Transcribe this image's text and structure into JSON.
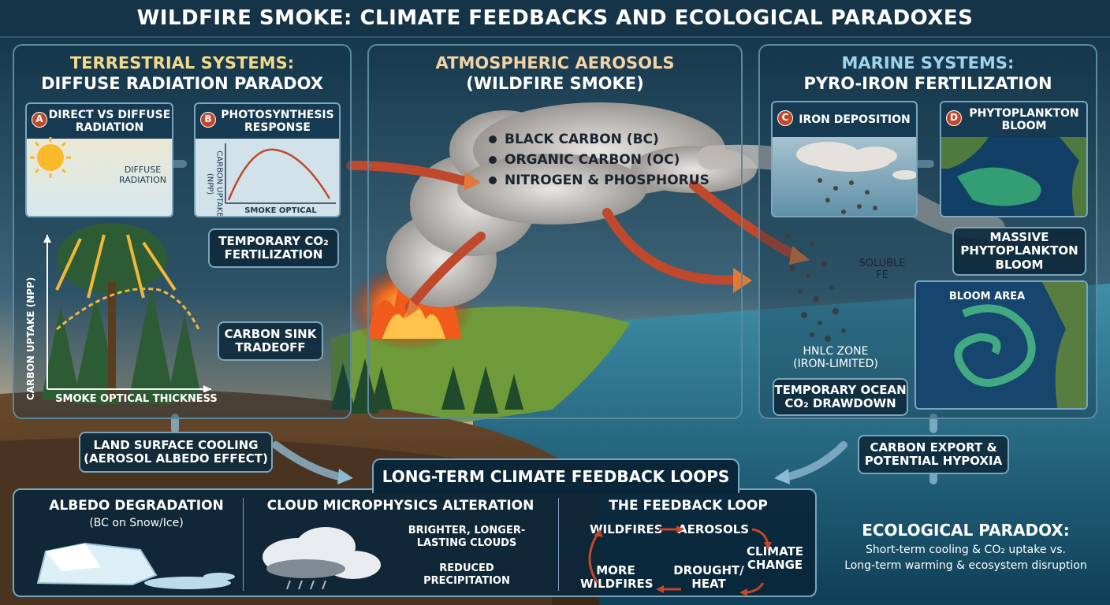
{
  "title": "WILDFIRE SMOKE: CLIMATE FEEDBACKS AND ECOLOGICAL PARADOXES",
  "terrestrial": {
    "heading_line1": "TERRESTRIAL SYSTEMS:",
    "heading_line2": "DIFFUSE RADIATION PARADOX",
    "panel_a": {
      "badge": "A",
      "title": "DIRECT VS DIFFUSE RADIATION",
      "label": "DIFFUSE RADIATION"
    },
    "panel_b": {
      "badge": "B",
      "title": "PHOTOSYNTHESIS RESPONSE",
      "ylabel": "CARBON UPTAKE (NPP)",
      "xlabel": "SMOKE OPTICAL THICKNESS"
    },
    "temporary_co2": "TEMPORARY CO₂ FERTILIZATION",
    "carbon_sink": "CARBON SINK TRADEOFF",
    "big_ylabel": "CARBON UPTAKE (NPP)",
    "big_xlabel": "SMOKE OPTICAL THICKNESS"
  },
  "atmospheric": {
    "heading_line1": "ATMOSPHERIC AEROSOLS",
    "heading_line2": "(WILDFIRE SMOKE)",
    "components": [
      "BLACK CARBON (BC)",
      "ORGANIC CARBON (OC)",
      "NITROGEN & PHOSPHORUS"
    ]
  },
  "marine": {
    "heading_line1": "MARINE SYSTEMS:",
    "heading_line2": "PYRO-IRON FERTILIZATION",
    "panel_c": {
      "badge": "C",
      "title": "IRON DEPOSITION"
    },
    "panel_d": {
      "badge": "D",
      "title": "PHYTOPLANKTON BLOOM"
    },
    "massive_bloom": "MASSIVE PHYTOPLANKTON BLOOM",
    "bloom_area": "BLOOM AREA",
    "soluble_fe": "SOLUBLE FE",
    "hnlc": "HNLC ZONE (IRON-LIMITED)",
    "ocean_drawdown": "TEMPORARY OCEAN CO₂ DRAWDOWN"
  },
  "land_cooling": "LAND SURFACE COOLING (AEROSOL ALBEDO EFFECT)",
  "carbon_export": "CARBON EXPORT & POTENTIAL HYPOXIA",
  "feedback": {
    "heading": "LONG-TERM CLIMATE FEEDBACK LOOPS",
    "albedo": {
      "title": "ALBEDO DEGRADATION",
      "subtitle": "(BC on Snow/Ice)"
    },
    "cloud": {
      "title": "CLOUD MICROPHYSICS ALTERATION",
      "effect1": "BRIGHTER, LONGER-LASTING CLOUDS",
      "effect2": "REDUCED PRECIPITATION"
    },
    "loop": {
      "title": "THE FEEDBACK LOOP",
      "steps": [
        "WILDFIRES",
        "AEROSOLS",
        "CLIMATE CHANGE",
        "DROUGHT/ HEAT",
        "MORE WILDFIRES"
      ]
    }
  },
  "paradox": {
    "heading": "ECOLOGICAL PARADOX:",
    "line1": "Short-term cooling & CO₂ uptake vs.",
    "line2": "Long-term warming & ecosystem disruption"
  },
  "colors": {
    "title_bg": "#163447",
    "panel_border": "#5c88a0",
    "arrow_red": "#c0482c",
    "arrow_blue": "#8db9d1",
    "curve": "#c0482c"
  }
}
